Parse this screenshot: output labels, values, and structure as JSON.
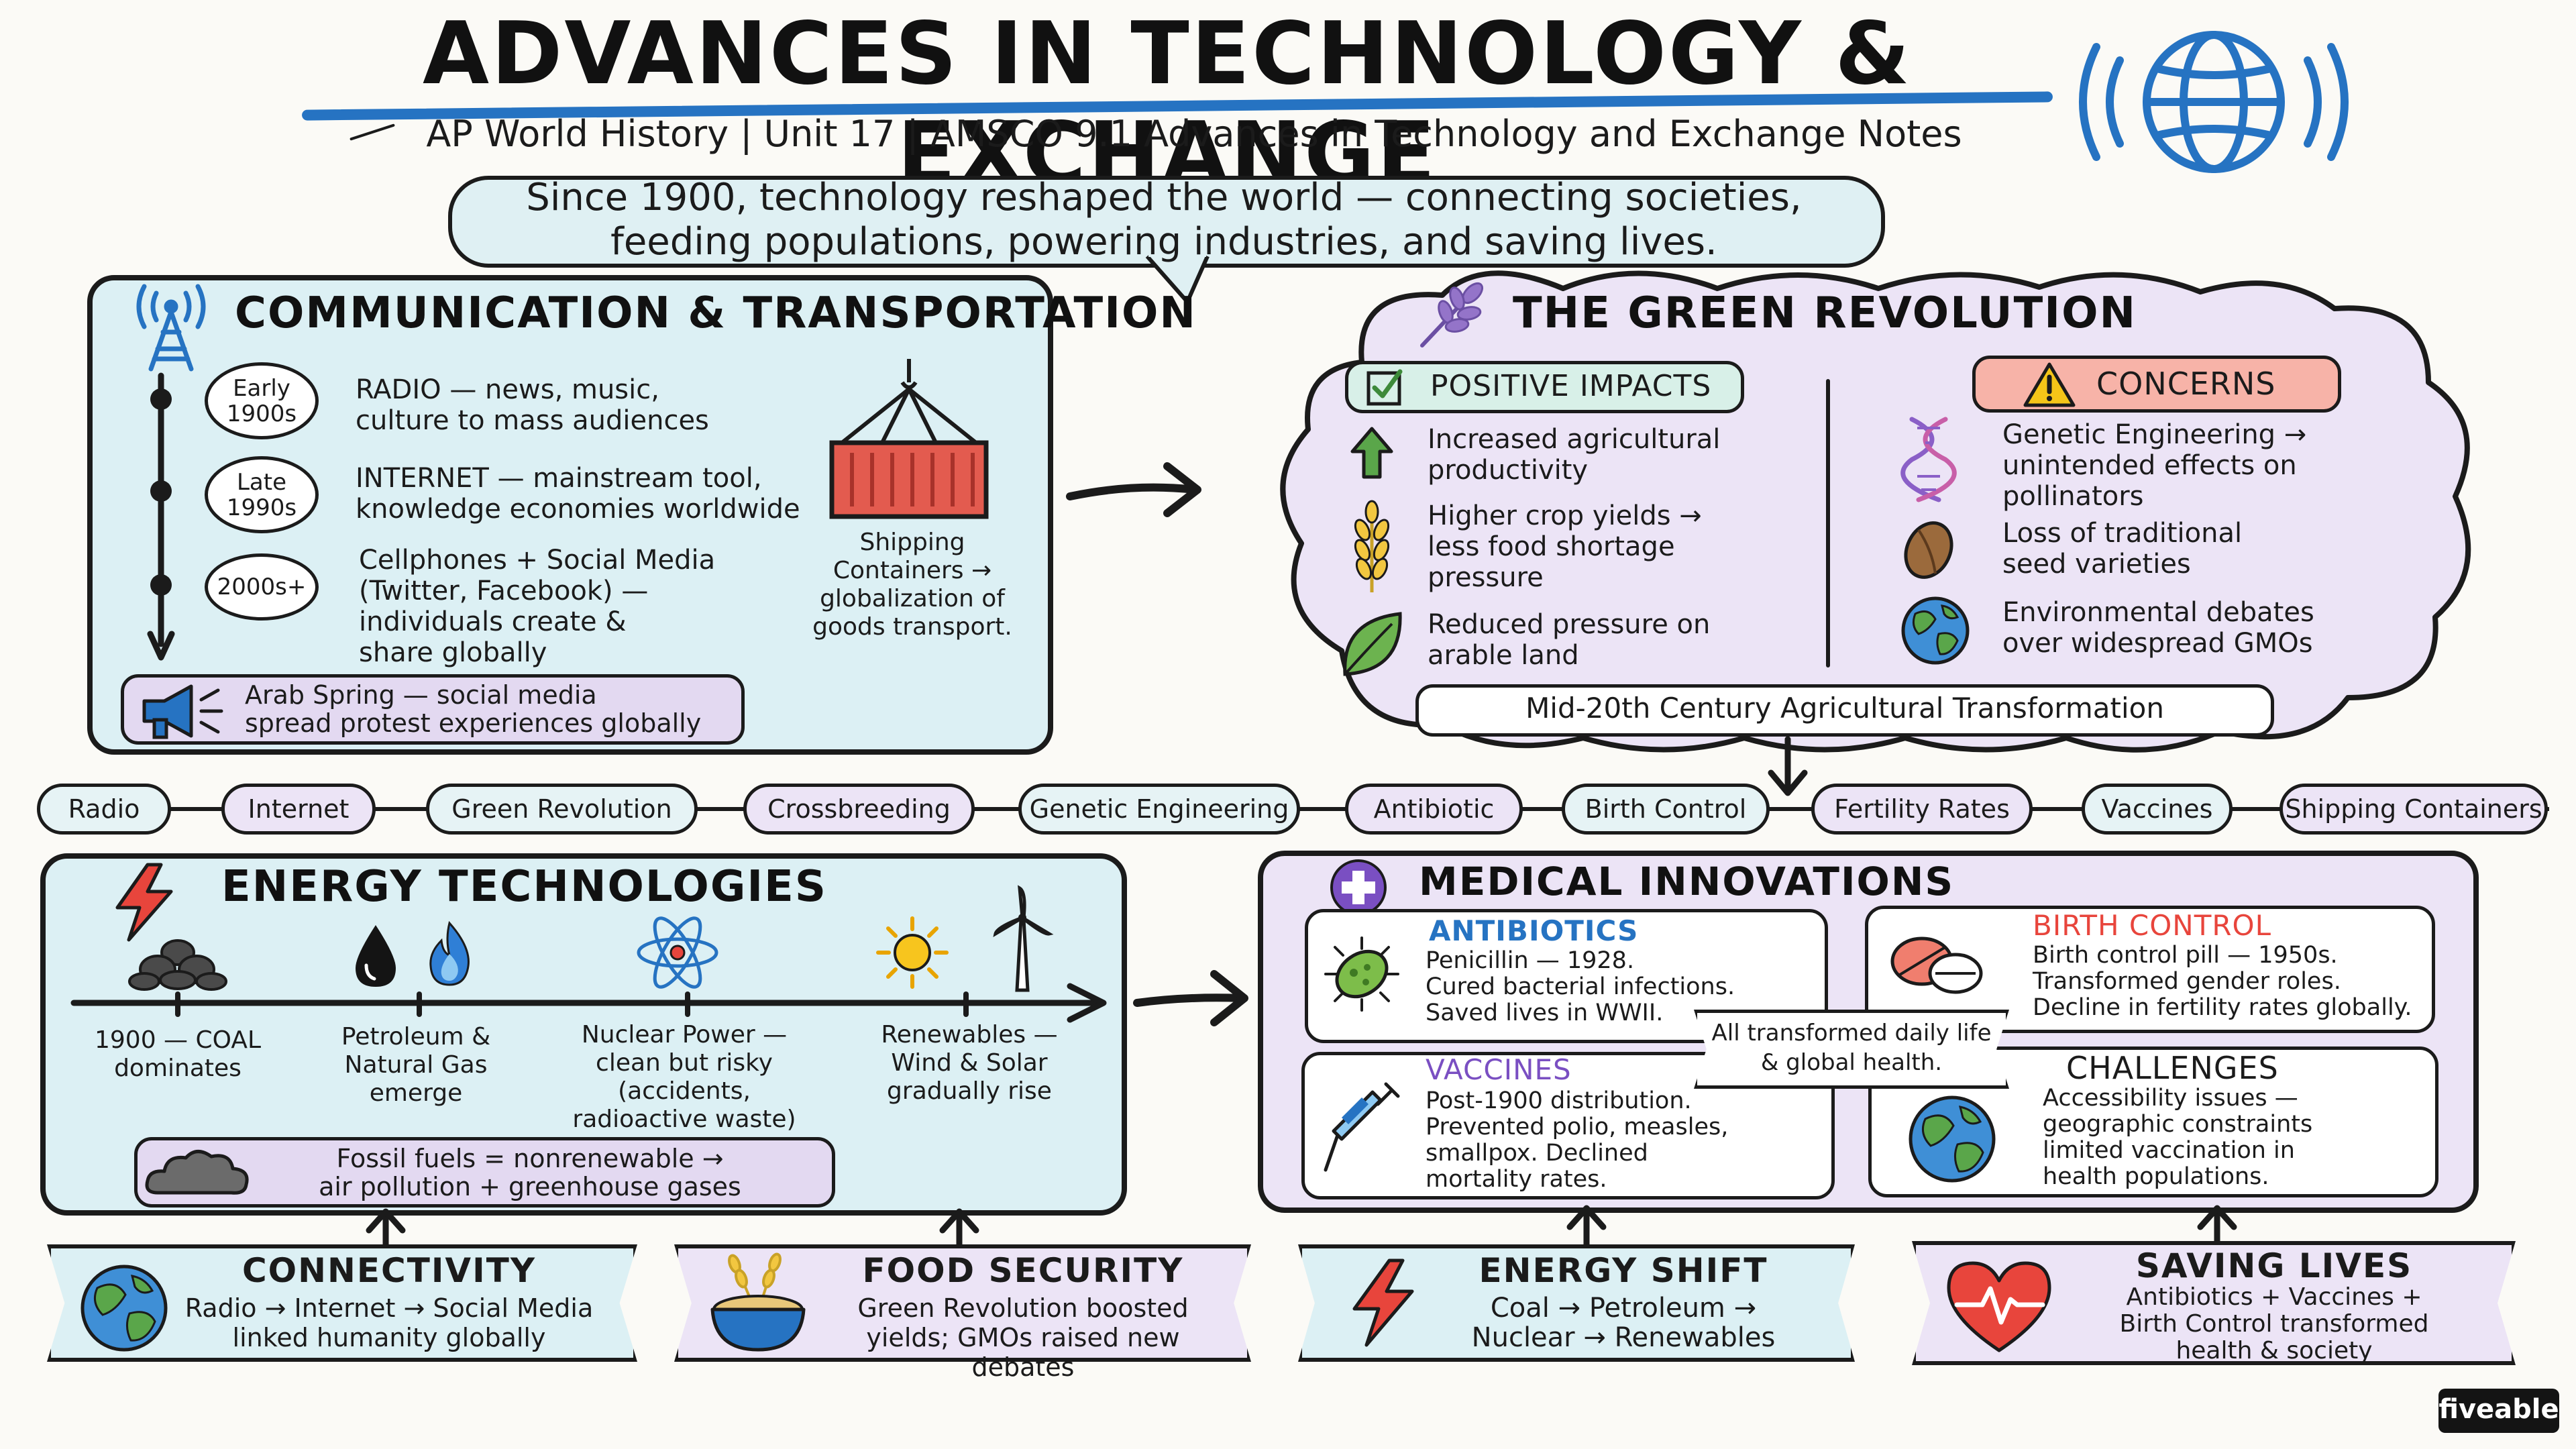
{
  "header": {
    "title": "ADVANCES IN TECHNOLOGY & EXCHANGE",
    "subtitle": "AP World History | Unit 17 | AMSCO 9.1 Advances in Technology and Exchange Notes",
    "intro_line1": "Since 1900, technology reshaped the world — connecting societies,",
    "intro_line2": "feeding populations, powering industries, and saving lives."
  },
  "communication": {
    "title": "COMMUNICATION & TRANSPORTATION",
    "timeline": [
      {
        "label": "Early 1900s",
        "text1": "RADIO — news, music,",
        "text2": "culture to mass audiences"
      },
      {
        "label": "Late 1990s",
        "text1": "INTERNET — mainstream tool,",
        "text2": "knowledge economies worldwide"
      },
      {
        "label": "2000s+",
        "text1": "Cellphones + Social Media",
        "text2": "(Twitter, Facebook) —",
        "text3": "individuals create &",
        "text4": "share globally"
      }
    ],
    "shipping_line1": "Shipping",
    "shipping_line2": "Containers →",
    "shipping_line3": "globalization of",
    "shipping_line4": "goods transport.",
    "arab_line1": "Arab Spring — social media",
    "arab_line2": "spread protest experiences globally"
  },
  "green": {
    "title": "THE GREEN REVOLUTION",
    "positive_title": "POSITIVE IMPACTS",
    "positive": [
      {
        "l1": "Increased agricultural",
        "l2": "productivity"
      },
      {
        "l1": "Higher crop yields →",
        "l2": "less food shortage",
        "l3": "pressure"
      },
      {
        "l1": "Reduced pressure on",
        "l2": "arable land"
      }
    ],
    "concerns_title": "CONCERNS",
    "concerns": [
      {
        "l1": "Genetic Engineering →",
        "l2": "unintended effects on",
        "l3": "pollinators"
      },
      {
        "l1": "Loss of traditional",
        "l2": "seed varieties"
      },
      {
        "l1": "Environmental debates",
        "l2": "over widespread GMOs"
      }
    ],
    "footer": "Mid-20th Century Agricultural Transformation"
  },
  "keywords": [
    "Radio",
    "Internet",
    "Green Revolution",
    "Crossbreeding",
    "Genetic Engineering",
    "Antibiotic",
    "Birth Control",
    "Fertility Rates",
    "Vaccines",
    "Shipping Containers"
  ],
  "energy": {
    "title": "ENERGY TECHNOLOGIES",
    "stages": [
      {
        "l1": "1900 — COAL",
        "l2": "dominates"
      },
      {
        "l1": "Petroleum &",
        "l2": "Natural Gas",
        "l3": "emerge"
      },
      {
        "l1": "Nuclear Power —",
        "l2": "clean but risky",
        "l3": "(accidents,",
        "l4": "radioactive waste)"
      },
      {
        "l1": "Renewables —",
        "l2": "Wind & Solar",
        "l3": "gradually rise"
      }
    ],
    "fossil_line1": "Fossil fuels = nonrenewable →",
    "fossil_line2": "air pollution + greenhouse gases"
  },
  "medical": {
    "title": "MEDICAL INNOVATIONS",
    "antibiotics": {
      "title": "ANTIBIOTICS",
      "l1": "Penicillin — 1928.",
      "l2": "Cured bacterial infections.",
      "l3": "Saved lives in WWII."
    },
    "birth": {
      "title": "BIRTH CONTROL",
      "l1": "Birth control pill — 1950s.",
      "l2": "Transformed gender roles.",
      "l3": "Decline in fertility rates globally."
    },
    "vaccines": {
      "title": "VACCINES",
      "l1": "Post-1900 distribution.",
      "l2": "Prevented polio, measles,",
      "l3": "smallpox. Declined",
      "l4": "mortality rates."
    },
    "challenges": {
      "title": "CHALLENGES",
      "l1": "Accessibility issues —",
      "l2": "geographic constraints",
      "l3": "limited vaccination in",
      "l4": "health populations."
    },
    "center_l1": "All transformed daily life",
    "center_l2": "& global health."
  },
  "banners": [
    {
      "title": "CONNECTIVITY",
      "l1": "Radio → Internet → Social Media",
      "l2": "linked humanity globally"
    },
    {
      "title": "FOOD SECURITY",
      "l1": "Green Revolution boosted",
      "l2": "yields; GMOs raised new debates"
    },
    {
      "title": "ENERGY SHIFT",
      "l1": "Coal → Petroleum →",
      "l2": "Nuclear → Renewables"
    },
    {
      "title": "SAVING LIVES",
      "l1": "Antibiotics + Vaccines +",
      "l2": "Birth Control transformed",
      "l3": "health & society"
    }
  ],
  "brand": "fiveable",
  "colors": {
    "cyan_panel": "#dcf0f4",
    "lavender_panel": "#ece4f6",
    "accent_blue": "#2673c2",
    "concern_red": "#f7b3a8",
    "positive_green": "#5aa64a"
  }
}
